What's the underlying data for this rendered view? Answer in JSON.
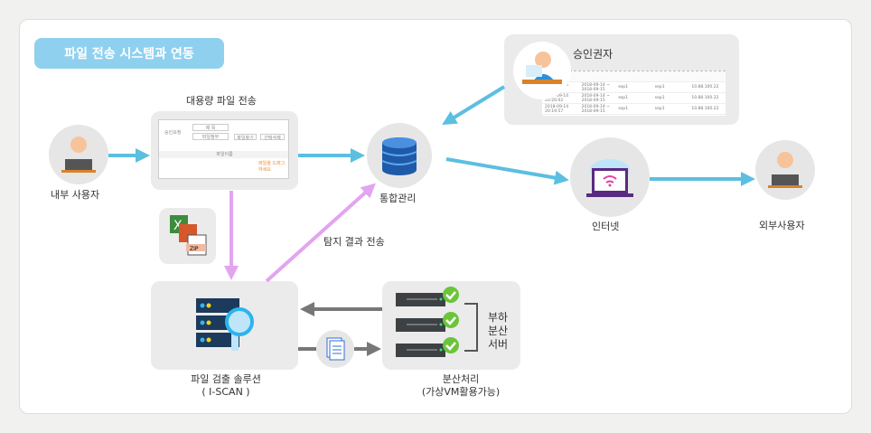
{
  "title": "파일 전송 시스템과 연동",
  "nodes": {
    "internal_user": "내부 사용자",
    "large_file_transfer": "대용량 파일 전송",
    "integrated_mgmt": "통합관리",
    "approver": "승인권자",
    "internet": "인터넷",
    "external_user": "외부사용자",
    "detection_result": "탐지 결과 전송",
    "iscan_line1": "파일 검출 솔루션",
    "iscan_line2": "( I-SCAN )",
    "distributed_line1": "분산처리",
    "distributed_line2": "(가상VM활용가능)",
    "load_balance": [
      "부하",
      "분산",
      "서버"
    ]
  },
  "transfer_screenshot": {
    "button1": "제 목",
    "button2": "파일첨부",
    "button3": "파일찾기",
    "button4": "선택삭제",
    "left_label": "승인요청",
    "column": "파일이름",
    "hint": "파일을 드래그하세요"
  },
  "approver_table": {
    "rows": [
      [
        "2018-09-14 20:20:06",
        "2018-09-14 ~ 2018-09-15",
        "sep1",
        "sep1",
        "10.88.100.22"
      ],
      [
        "2018-09-14 20:20:02",
        "2018-09-14 ~ 2018-09-15",
        "sep1",
        "sep1",
        "10.88.100.22"
      ],
      [
        "2018-09-14 20:19:57",
        "2018-09-14 ~ 2018-09-15",
        "sep1",
        "sep1",
        "10.88.100.22"
      ]
    ]
  },
  "colors": {
    "blue_arrow": "#5bbfe0",
    "purple_arrow": "#e3a4f0",
    "gray_arrow": "#777777",
    "title_bg": "#8fd0ef",
    "check": "#6cc43a"
  }
}
